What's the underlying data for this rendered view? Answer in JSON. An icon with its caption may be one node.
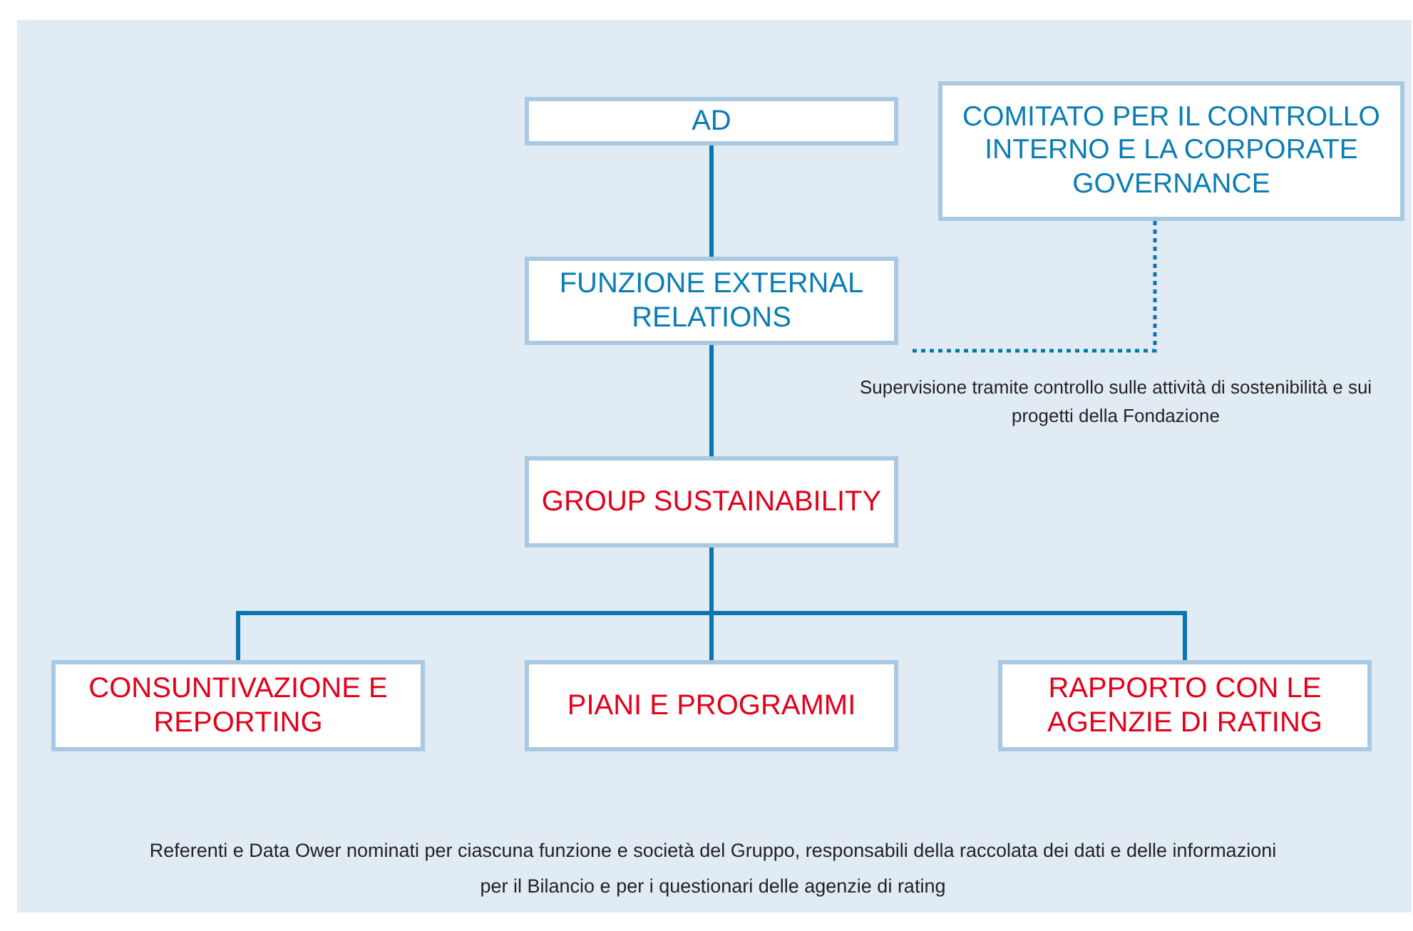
{
  "diagram": {
    "nodes": [
      {
        "text": [
          "AD"
        ]
      },
      {
        "text": [
          "COMITATO PER IL CONTROLLO INTERNO E LA CORPORATE GOVERNANCE"
        ]
      },
      {
        "text": [
          "FUNZIONE EXTERNAL RELATIONS"
        ]
      },
      {
        "text": [
          "GROUP SUSTAINABILITY"
        ]
      },
      {
        "text": [
          "CONSUNTIVAZIONE E REPORTING"
        ]
      },
      {
        "text": [
          "PIANI E PROGRAMMI"
        ]
      },
      {
        "text": [
          "RAPPORTO CON LE AGENZIE DI RATING"
        ]
      }
    ],
    "edges": [
      {
        "from": 0,
        "to": 2,
        "arrow": "none"
      },
      {
        "from": 1,
        "to": 2,
        "arrow": "none",
        "style": "dashed",
        "label": "Supervisione tramite controllo sulle attività di sostenibilità e sui progetti della Fondazione"
      },
      {
        "from": 2,
        "to": 3,
        "arrow": "none"
      },
      {
        "from": 3,
        "to": 4,
        "arrow": "none"
      },
      {
        "from": 3,
        "to": 5,
        "arrow": "none"
      },
      {
        "from": 3,
        "to": 6,
        "arrow": "none"
      }
    ],
    "labels": [
      "Referenti e Data Ower nominati per ciascuna funzione e società del Gruppo, responsabili della raccolata dei dati e delle informazioni per il Bilancio e per i questionari delle agenzie di rating"
    ]
  }
}
